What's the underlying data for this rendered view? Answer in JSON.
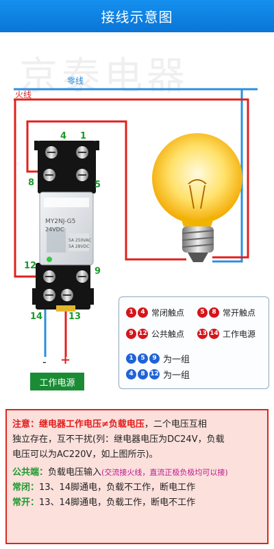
{
  "header": {
    "title": "接线示意图"
  },
  "watermark": "京泰电器",
  "wires": {
    "neutral_label": "零线",
    "live_label": "火线"
  },
  "relay": {
    "pins": [
      "4",
      "1",
      "8",
      "5",
      "12",
      "9",
      "14",
      "13"
    ],
    "model": "MY2NJ-G5",
    "voltage": "24VDC",
    "rating1": "5A 250VAC",
    "rating2": "5A 28VDC"
  },
  "power": {
    "minus": "-",
    "plus": "+",
    "label": "工作电源"
  },
  "legend": {
    "r1a": "1",
    "r1b": "4",
    "r1_text": "常闭触点",
    "r2a": "5",
    "r2b": "8",
    "r2_text": "常开触点",
    "r3a": "9",
    "r3b": "12",
    "r3_text": "公共触点",
    "r4a": "13",
    "r4b": "14",
    "r4_text": "工作电源",
    "g1a": "1",
    "g1b": "5",
    "g1c": "9",
    "g1_text": "为一组",
    "g2a": "4",
    "g2b": "8",
    "g2c": "12",
    "g2_text": "为一组"
  },
  "notes": {
    "line1_prefix": "注意：",
    "line1_red": "继电器工作电压≠负载电压",
    "line1_rest": "，二个电压互相",
    "line2": "独立存在，互不干扰(列：继电器电压为DC24V，负载",
    "line3": "电压可以为AC220V，如上图所示)。",
    "line4_prefix": "公共端：",
    "line4_text": "负载电压输入",
    "line4_paren": "(交流接火线，直流正极负极均可以接)",
    "line5_prefix": "常闭：",
    "line5_text": "13、14脚通电，负载不工作，断电工作",
    "line6_prefix": "常开：",
    "line6_text": "13、14脚通电，负载工作，断电不工作"
  },
  "colors": {
    "header": "#0a75d6",
    "live": "#e0201c",
    "neutral": "#2a8fe0",
    "pin_label": "#1b9a2b",
    "note_border": "#d9271e"
  }
}
